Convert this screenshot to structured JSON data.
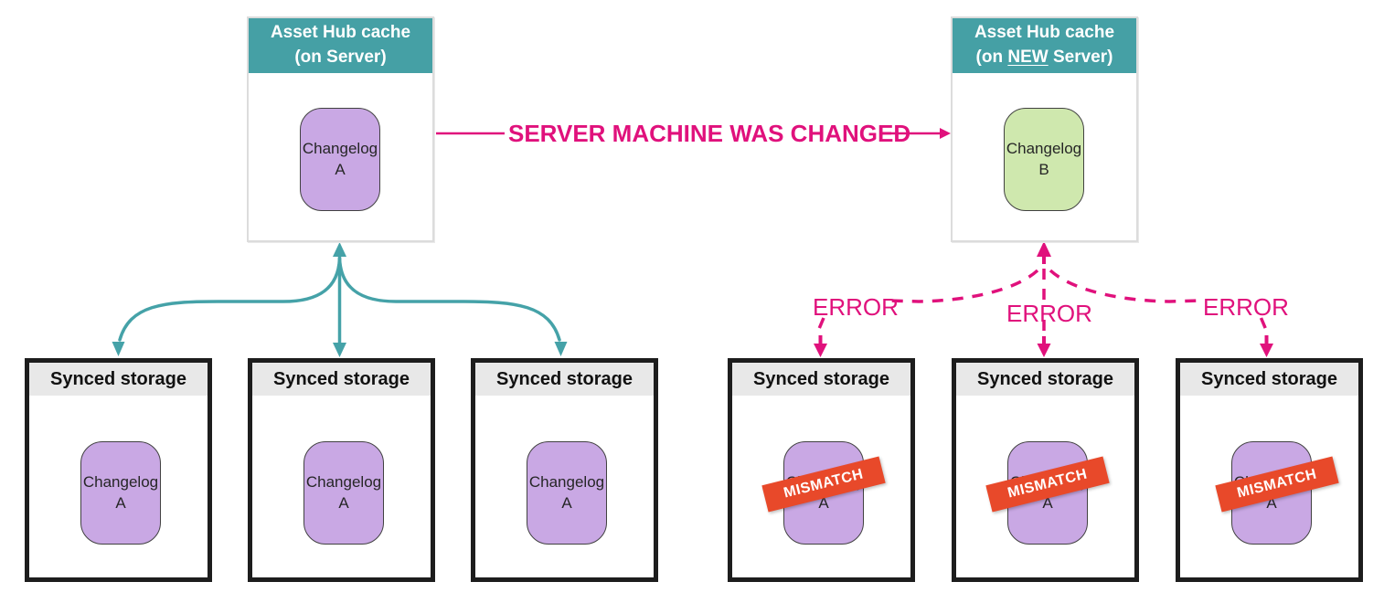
{
  "colors": {
    "teal_accent": "#45a0a5",
    "pink_accent": "#e0117c",
    "mismatch_orange": "#e8492a",
    "changelog_purple": "#c9a8e4",
    "changelog_green": "#cfe8ae",
    "storage_header_gray": "#e8e8e8",
    "storage_border_black": "#1d1d1d",
    "hub_border_gray": "#dcdcdc"
  },
  "hubs": {
    "left": {
      "title_line1": "Asset Hub cache",
      "title_line2": "(on Server)",
      "changelog": {
        "line1": "Changelog",
        "line2": "A"
      }
    },
    "right": {
      "title_line1": "Asset Hub cache",
      "title_line2_pre": "(on ",
      "title_line2_underlined": "NEW",
      "title_line2_post": " Server)",
      "changelog": {
        "line1": "Changelog",
        "line2": "B"
      }
    }
  },
  "transition_label": "SERVER MACHINE WAS CHANGED",
  "errors": [
    "ERROR",
    "ERROR",
    "ERROR"
  ],
  "storage": {
    "boxes": [
      {
        "header": "Synced storage",
        "changelog": {
          "line1": "Changelog",
          "line2": "A"
        }
      },
      {
        "header": "Synced storage",
        "changelog": {
          "line1": "Changelog",
          "line2": "A"
        }
      },
      {
        "header": "Synced storage",
        "changelog": {
          "line1": "Changelog",
          "line2": "A"
        }
      },
      {
        "header": "Synced storage",
        "changelog": {
          "line1": "Changelog",
          "line2": "A"
        },
        "mismatch": "MISMATCH"
      },
      {
        "header": "Synced storage",
        "changelog": {
          "line1": "Changelog",
          "line2": "A"
        },
        "mismatch": "MISMATCH"
      },
      {
        "header": "Synced storage",
        "changelog": {
          "line1": "Changelog",
          "line2": "A"
        },
        "mismatch": "MISMATCH"
      }
    ]
  }
}
